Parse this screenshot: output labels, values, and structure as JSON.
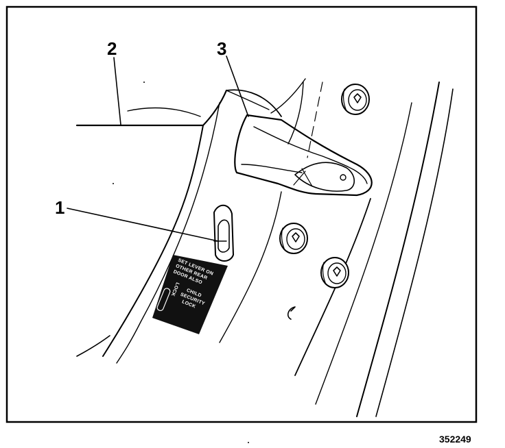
{
  "callouts": {
    "c1": "1",
    "c2": "2",
    "c3": "3"
  },
  "figure_id": "352249",
  "label": {
    "line1": "SET LEVER ON",
    "line2": "OTHER REAR",
    "line3": "DOOR ALSO",
    "line4": "CHILD",
    "line5": "SECURITY",
    "line6": "LOCK",
    "side": "LOCK"
  }
}
